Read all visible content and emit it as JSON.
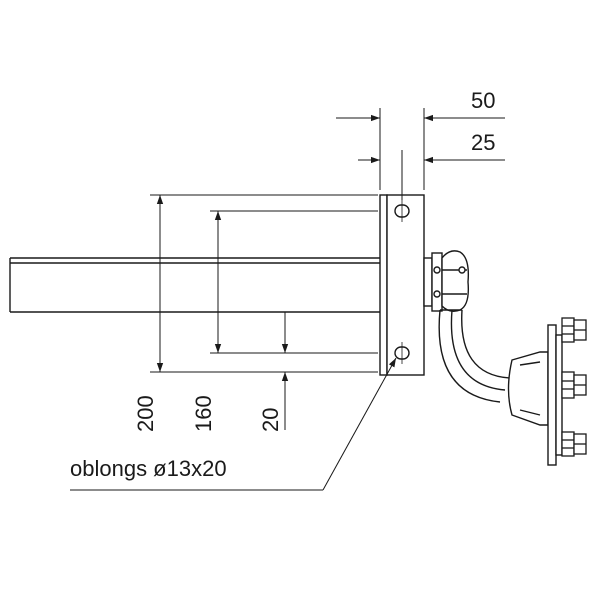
{
  "drawing": {
    "dimensions": {
      "width_50": "50",
      "width_25": "25",
      "height_200": "200",
      "height_160": "160",
      "offset_20": "20"
    },
    "callout": {
      "label": "oblongs ø13x20"
    }
  }
}
